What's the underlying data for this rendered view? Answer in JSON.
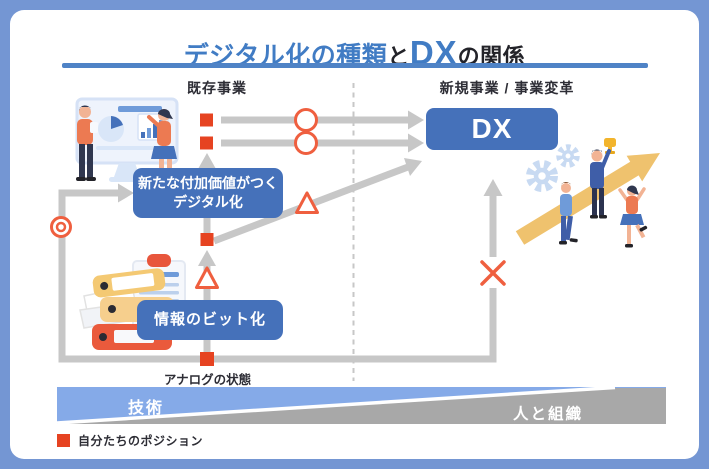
{
  "title": {
    "highlight_digitalization": "デジタル化の種類",
    "connector": "と",
    "highlight_dx": "DX",
    "suffix": "の関係"
  },
  "column_headers": {
    "left": "既存事業",
    "right": "新規事業 / 事業変革"
  },
  "boxes": {
    "added_value": {
      "line1": "新たな付加価値がつく",
      "line2": "デジタル化"
    },
    "bit_conversion": {
      "label": "情報のビット化"
    },
    "dx": {
      "label": "DX"
    }
  },
  "labels": {
    "analog_state": "アナログの状態"
  },
  "banner": {
    "left": "技術",
    "right": "人と組織"
  },
  "legend": {
    "label": "自分たちのポジション"
  },
  "icons": {
    "position_marker": "■",
    "circle_marker": "○",
    "triangle_marker": "△",
    "cross_marker": "×",
    "double_circle_marker": "◎"
  },
  "colors": {
    "frame_blue": "#7496d3",
    "title_blue": "#417cc4",
    "box_blue": "#4571ba",
    "banner_blue": "#85aae8",
    "banner_gray": "#a8a8a8",
    "line_gray": "#c7c7c7",
    "marker_red": "#e64321",
    "marker_outline_orange": "#ef5f3f",
    "text_dark": "#2d2d35"
  }
}
